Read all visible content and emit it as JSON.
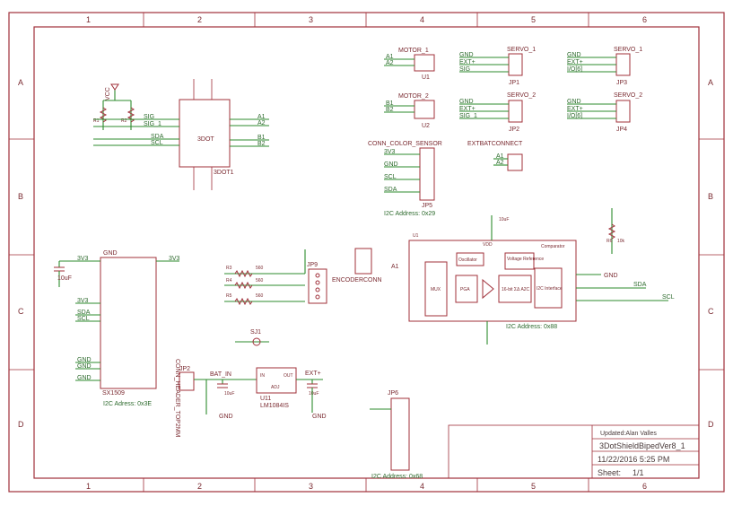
{
  "coords": {
    "cols": [
      "1",
      "2",
      "3",
      "4",
      "5",
      "6"
    ],
    "rows": [
      "A",
      "B",
      "C",
      "D"
    ]
  },
  "motors": {
    "m1": "MOTOR_1",
    "m2": "MOTOR_2",
    "u1": "U1",
    "u2": "U2",
    "a1": "A1",
    "a2": "A2",
    "b1": "B1",
    "b2": "B2"
  },
  "servos": {
    "s1": "SERVO_1",
    "s2": "SERVO_2",
    "s3": "SERVO_1",
    "s4": "SERVO_2",
    "jp1": "JP1",
    "jp2": "JP2",
    "jp3": "JP3",
    "jp4": "JP4",
    "gnd": "GND",
    "ext": "EXT+",
    "sig": "SIG",
    "sig1": "SIG_1",
    "io6": "I/O[6]"
  },
  "color_sensor": {
    "title": "CONN_COLOR_SENSOR",
    "pins": [
      "3V3",
      "GND",
      "SCL",
      "SDA"
    ],
    "ref": "JP5",
    "addr": "I2C Address: 0x29"
  },
  "extbat": {
    "title": "EXTBATCONNECT",
    "a1": "A1",
    "a2": "A2"
  },
  "dot": {
    "ref": "3DOT1",
    "center": "3DOT",
    "vcc": "VCC",
    "r1": "R1",
    "r2": "R2",
    "sig": "SIG",
    "sig1": "SIG_1",
    "sda": "SDA",
    "scl": "SCL",
    "a1": "A1",
    "a2": "A2",
    "b1": "B1",
    "b2": "B2"
  },
  "expander": {
    "ref": "SX1509",
    "addr": "I2C Adress: 0x3E",
    "gnd": "GND",
    "v33": "3V3",
    "cap": "10uF",
    "sda": "SDA",
    "scl": "SCL",
    "conn": "CONN_HEADER_TOP2MM"
  },
  "resistors": {
    "r3": "R3",
    "r4": "R4",
    "r5": "R5",
    "val": "560"
  },
  "encoder": {
    "ref": "JP9",
    "name": "ENCODERCONN",
    "a1": "A1"
  },
  "sensor": {
    "ref": "U1",
    "mux": "MUX",
    "pga": "PGA",
    "adc": "16-bit ΣΔ A2C",
    "osc": "Oscillator",
    "vref": "Voltage Reference",
    "comp": "Comparator",
    "i2c": "I2C Interface",
    "addr": "I2C Address: 0x88",
    "sda": "SDA",
    "scl": "SCL",
    "gnd": "GND",
    "r6": "R6",
    "r6v": "10k",
    "cap": "10uF",
    "vdd": "VDD"
  },
  "power": {
    "sj": "SJ1",
    "bat": "BAT_IN",
    "u": "U11",
    "part": "LM1084IS",
    "ext": "EXT+",
    "gnd": "GND",
    "cap": "10uF",
    "jp": "JP2",
    "in": "IN",
    "out": "OUT",
    "adj": "ADJ"
  },
  "jp6": {
    "ref": "JP6",
    "addr": "I2C Address: 0x68"
  },
  "title_block": {
    "updated": "Updated:Alan Valles",
    "name": "3DotShieldBipedVer8_1",
    "date": "11/22/2016 5:25 PM",
    "sheet_label": "Sheet:",
    "sheet": "1/1"
  }
}
